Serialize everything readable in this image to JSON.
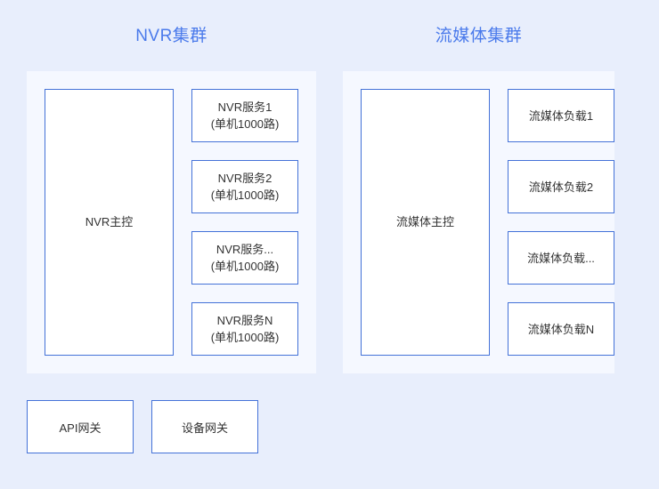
{
  "colors": {
    "canvas_background": "#e8eefc",
    "panel_background": "#f5f8ff",
    "box_background": "#ffffff",
    "box_border": "#4472d8",
    "title_text": "#4a7aeb",
    "body_text": "#333333"
  },
  "clusters": [
    {
      "id": "nvr",
      "title": "NVR集群",
      "master": {
        "label": "NVR主控"
      },
      "nodes": [
        {
          "line1": "NVR服务1",
          "line2": "(单机1000路)"
        },
        {
          "line1": "NVR服务2",
          "line2": "(单机1000路)"
        },
        {
          "line1": "NVR服务...",
          "line2": "(单机1000路)"
        },
        {
          "line1": "NVR服务N",
          "line2": "(单机1000路)"
        }
      ]
    },
    {
      "id": "media",
      "title": "流媒体集群",
      "master": {
        "label": "流媒体主控"
      },
      "nodes": [
        {
          "line1": "流媒体负载1",
          "line2": ""
        },
        {
          "line1": "流媒体负载2",
          "line2": ""
        },
        {
          "line1": "流媒体负载...",
          "line2": ""
        },
        {
          "line1": "流媒体负载N",
          "line2": ""
        }
      ]
    }
  ],
  "gateways": [
    {
      "label": "API网关"
    },
    {
      "label": "设备网关"
    }
  ]
}
